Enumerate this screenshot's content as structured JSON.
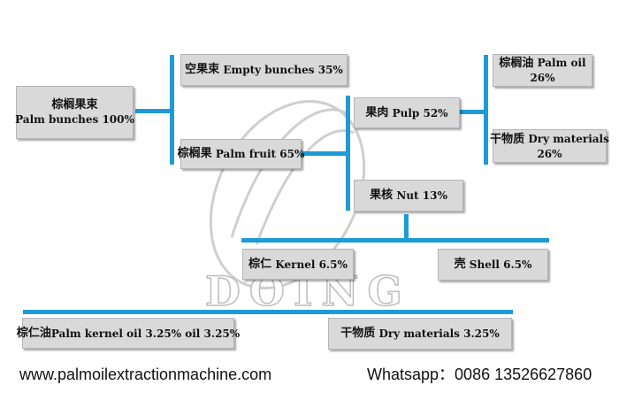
{
  "colors": {
    "connector": "#1e9bd7",
    "box_fill": "#d9d9d9",
    "watermark": "#c8c8c8"
  },
  "nodes": {
    "palm_bunches": {
      "zh": "棕榈果束",
      "en": "Palm bunches 100%"
    },
    "empty_bunches": {
      "zh": "空果束",
      "en": "Empty bunches 35%"
    },
    "palm_fruit": {
      "zh": "棕榈果",
      "en": "Palm fruit 65%"
    },
    "pulp": {
      "zh": "果肉",
      "en": "Pulp 52%"
    },
    "nut": {
      "zh": "果核",
      "en": "Nut 13%"
    },
    "palm_oil": {
      "zh": "棕榈油",
      "en": "Palm oil",
      "pct": "26%"
    },
    "dry_materials_pulp": {
      "zh": "干物质",
      "en": "Dry materials",
      "pct": "26%"
    },
    "kernel": {
      "zh": "棕仁",
      "en": "Kernel 6.5%"
    },
    "shell": {
      "zh": "壳",
      "en": "Shell 6.5%"
    },
    "palm_kernel_oil": {
      "zh": "棕仁油",
      "en": "Palm kernel oil 3.25% oil 3.25%"
    },
    "dry_materials_kernel": {
      "zh": "干物质",
      "en": "Dry materials 3.25%"
    }
  },
  "watermark": {
    "text": "DOING",
    "icon": "doing-logo-icon"
  },
  "footer": {
    "website": "www.palmoilextractionmachine.com",
    "whatsapp": "Whatsapp：0086 13526627860"
  }
}
